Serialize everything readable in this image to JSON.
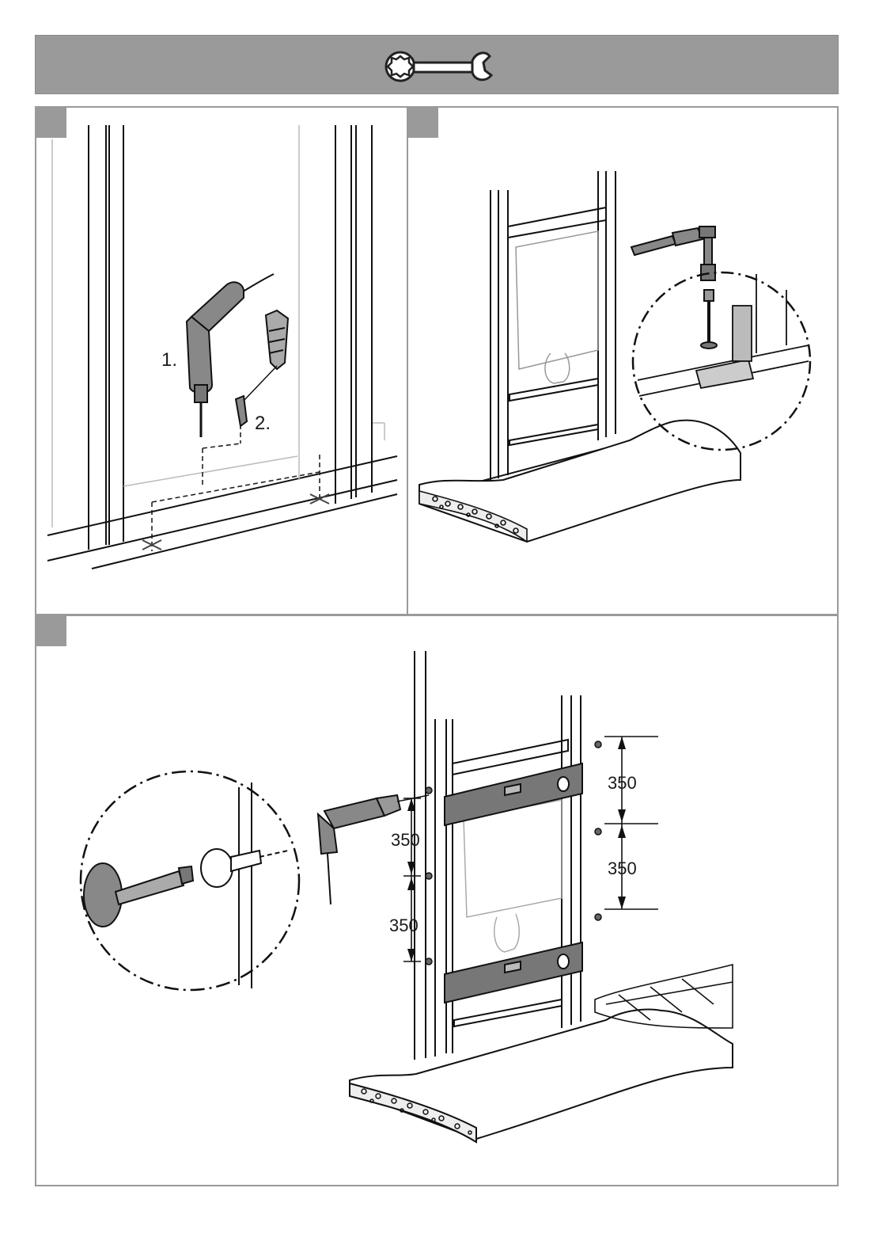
{
  "header": {
    "icon": "wrench-icon"
  },
  "panel1": {
    "step_labels": [
      "1.",
      "2."
    ]
  },
  "panel2": {},
  "panel3": {
    "dimensions_left": [
      "350",
      "350"
    ],
    "dimensions_right": [
      "350",
      "350"
    ]
  }
}
